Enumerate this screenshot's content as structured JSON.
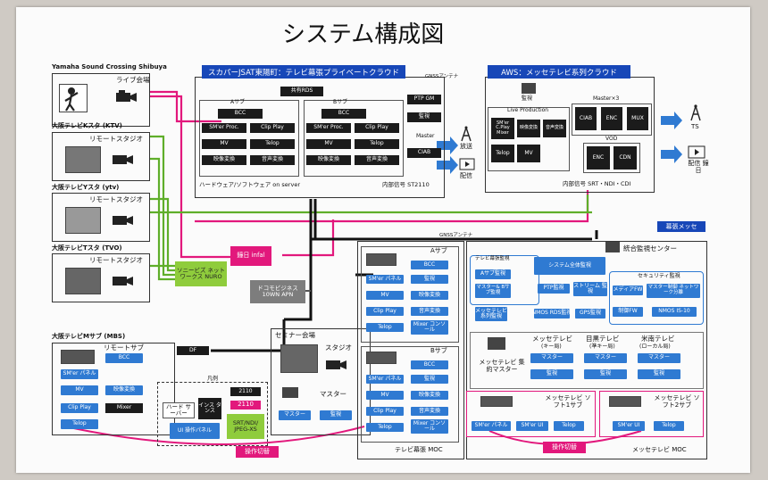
{
  "title": "システム構成図",
  "left": {
    "yamaha": "Yamaha Sound Crossing Shibuya",
    "live_venue": "ライブ会場",
    "ktv": "大阪テレビKスタ (KTV)",
    "ytv": "大阪テレビYスタ (ytv)",
    "tvo": "大阪テレビTスタ (TVO)",
    "remote_studio": "リモートスタジオ",
    "mbs": "大阪テレビMサブ (MBS)",
    "remote_sub": "リモートサブ",
    "mbs_buttons": [
      "BCC",
      "SM'er パネル",
      "MV",
      "映像変換",
      "Clip Play",
      "Mixer",
      "Telop"
    ]
  },
  "skyperfect": {
    "header": "スカパーJSAT東陽町：テレビ幕張プライベートクラウド",
    "gnss": "GNSSアンテナ",
    "shared_rds": "共有RDS",
    "a_sub": "Aサブ",
    "b_sub": "Bサブ",
    "a_buttons": [
      "BCC",
      "SM'er Proc.",
      "Clip Play",
      "MV",
      "Telop",
      "映像変換",
      "音声変換"
    ],
    "b_buttons": [
      "BCC",
      "SM'er Proc.",
      "Clip Play",
      "MV",
      "Telop",
      "映像変換",
      "音声変換"
    ],
    "right_items": [
      "PTP GM",
      "監視",
      "Master",
      "CIAB"
    ],
    "footer_left": "ハードウェア/ソフトウェア on server",
    "footer_right": "内部信号 ST2110"
  },
  "aws": {
    "header": "AWS：メッセテレビ系列クラウド",
    "monitor": "監視",
    "live_production": "Live Production",
    "lp_items": [
      "SM'er C.Play Mixer",
      "映像変換",
      "音声変換",
      "Telop",
      "MV"
    ],
    "master3": "Master×3",
    "master_items": [
      "CIAB",
      "ENC",
      "MUX"
    ],
    "vod": "VOD",
    "vod_items": [
      "ENC",
      "CDN"
    ],
    "footer": "内部信号 SRT・NDI・CDI"
  },
  "outputs": {
    "broadcast": "放送",
    "delivery": "配信",
    "ts": "TS",
    "delivery_rebroadcast": "配信 鐘日"
  },
  "network": {
    "nuro": "ソニービズ ネットワークス NURO",
    "infal": "鐘日 infal",
    "docomo": "ドコモビジネス 10WN APN",
    "df": "DF"
  },
  "legend": {
    "title": "凡例",
    "hardware": "ハード サーバー",
    "instance": "インス タンス",
    "ui_panel": "UI 操作パネル",
    "sig_2110_black": "2110",
    "sig_2110_pink": "2110",
    "srt": "SRT/NDI/ JPEG-XS"
  },
  "seminar": {
    "title": "セミナー会場",
    "studio": "スタジオ",
    "master": "マスター",
    "buttons": [
      "マスター",
      "監視"
    ]
  },
  "makuhari_moc": {
    "a_sub": "Aサブ",
    "b_sub": "Bサブ",
    "gnss": "GNSSアンテナ",
    "a_buttons": [
      "BCC",
      "SM'er パネル",
      "監視",
      "MV",
      "映像変換",
      "Clip Play",
      "音声変換",
      "Telop",
      "Mixer コンソール"
    ],
    "b_buttons": [
      "BCC",
      "SM'er パネル",
      "監視",
      "MV",
      "映像変換",
      "Clip Play",
      "音声変換",
      "Telop",
      "Mixer コンソール"
    ],
    "footer": "テレビ幕張 MOC"
  },
  "messe": {
    "tag": "幕張メッセ",
    "center": "統合監視センター",
    "tv_monitor": "テレビ幕張監視",
    "a_monitor": "Aサブ監視",
    "mb_monitor": "マスター& Bサブ監視",
    "system_monitor": "システム全体監視",
    "ptp": "PTP監視",
    "stream": "ストリーム 監視",
    "nmos": "NMOS RDS監視",
    "gps": "GPS監視",
    "messe_series": "メッセテレビ 系列監視",
    "security": "セキュリティ監視",
    "media_fw": "メディアFW",
    "master_net": "マスター制御 ネットワーク分離",
    "control_fw": "制御FW",
    "nmos_is": "NMOS IS-10",
    "messe_tv": "メッセテレビ",
    "kii_label": "(キー局)",
    "meguro": "目黒テレビ",
    "meguro_sub": "(準キー局)",
    "yonan": "米南テレビ",
    "yonan_sub": "(ローカル局)",
    "master_btn": "マスター",
    "monitor_btn": "監視",
    "collect_master": "メッセテレビ 集約マスター",
    "soft1": "メッセテレビ ソフト1サブ",
    "soft2": "メッセテレビ ソフト2サブ",
    "s1_buttons": [
      "SM'er パネル",
      "SM'er UI",
      "Telop"
    ],
    "s2_buttons": [
      "SM'er UI",
      "Telop"
    ],
    "footer": "メッセテレビ MOC",
    "switch": "操作切替"
  },
  "switch_left": "操作切替",
  "colors": {
    "blue": "#2f7ad2",
    "dark": "#1b1b1b",
    "pink": "#e2187c",
    "green": "#8fcc3c",
    "navy": "#1747b8",
    "gray": "#7d7d7d"
  }
}
